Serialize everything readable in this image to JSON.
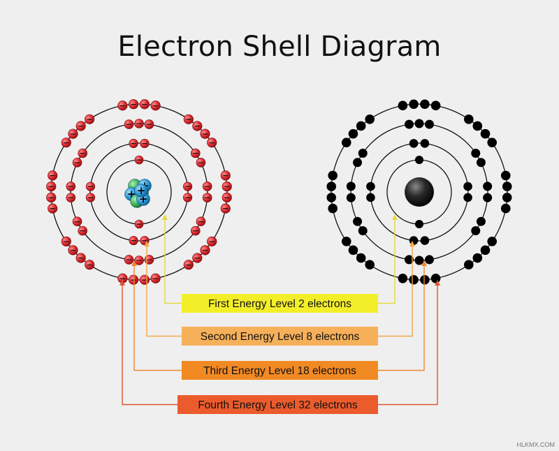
{
  "title": "Electron Shell Diagram",
  "levels": [
    {
      "label": "First Energy Level 2 electrons",
      "electrons": 2,
      "color": "#f3ee2a",
      "line": "#e6d93a"
    },
    {
      "label": "Second Energy Level 8 electrons",
      "electrons": 8,
      "color": "#f6b05a",
      "line": "#f3a54a"
    },
    {
      "label": "Third Energy Level 18 electrons",
      "electrons": 18,
      "color": "#f28a24",
      "line": "#ee8a30"
    },
    {
      "label": "Fourth Energy Level 32 electrons",
      "electrons": 32,
      "color": "#ec5b2c",
      "line": "#e0542e"
    }
  ],
  "nucleus_symbols": [
    "+",
    "+",
    "+",
    "+"
  ],
  "electron_symbol": "−",
  "colors": {
    "electron_left": "#d7252b",
    "electron_right": "#000000",
    "orbit": "#111111",
    "proton": "#2c9ad7",
    "neutron": "#3fae5a"
  },
  "watermark": "HLKMX.COM"
}
